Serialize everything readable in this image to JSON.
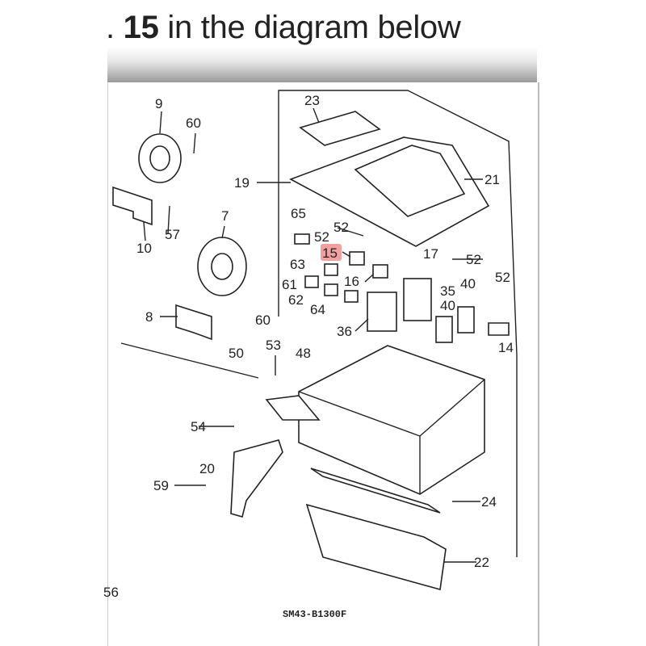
{
  "caption": {
    "prefix": ". ",
    "number": "15",
    "suffix": " in the diagram below"
  },
  "highlight_color": "#f4a0a0",
  "diagram": {
    "labels": [
      "9",
      "60",
      "19",
      "21",
      "23",
      "7",
      "65",
      "52",
      "52",
      "15",
      "17",
      "52",
      "63",
      "16",
      "35",
      "40",
      "52",
      "61",
      "62",
      "40",
      "64",
      "10",
      "57",
      "8",
      "60",
      "50",
      "36",
      "14",
      "53",
      "48",
      "54",
      "20",
      "59",
      "24",
      "22",
      "56"
    ],
    "code": "SM43-B1300F"
  }
}
